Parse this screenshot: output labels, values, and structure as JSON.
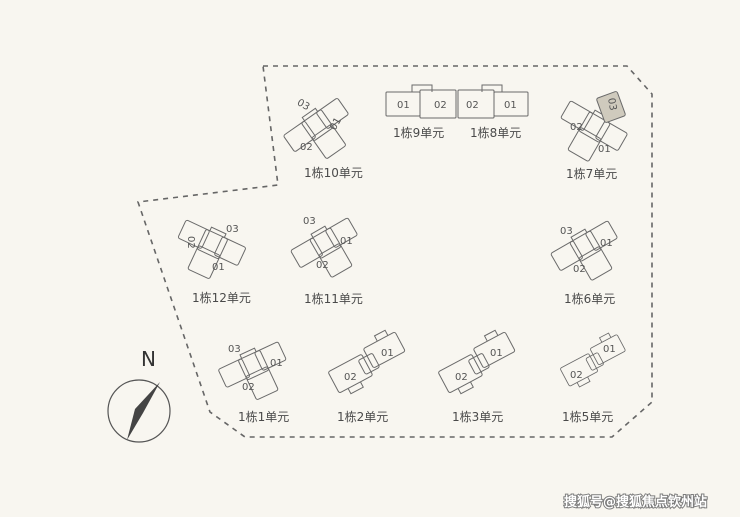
{
  "compass": {
    "label": "N"
  },
  "watermark": "搜狐号@搜狐焦点钦州站",
  "colors": {
    "background": "#f8f6f0",
    "outline": "#666666",
    "building_stroke": "#6a6a6a",
    "highlight_fill": "#cfcabd"
  },
  "buildings": [
    {
      "id": "b10",
      "label": "1栋10单元",
      "units": [
        "03",
        "01",
        "02"
      ]
    },
    {
      "id": "b9",
      "label": "1栋9单元",
      "units": [
        "01",
        "02"
      ]
    },
    {
      "id": "b8",
      "label": "1栋8单元",
      "units": [
        "02",
        "01"
      ]
    },
    {
      "id": "b7",
      "label": "1栋7单元",
      "units": [
        "03",
        "02",
        "01"
      ],
      "highlighted": "03"
    },
    {
      "id": "b12",
      "label": "1栋12单元",
      "units": [
        "02",
        "03",
        "01"
      ]
    },
    {
      "id": "b11",
      "label": "1栋11单元",
      "units": [
        "03",
        "01",
        "02"
      ]
    },
    {
      "id": "b6",
      "label": "1栋6单元",
      "units": [
        "03",
        "01",
        "02"
      ]
    },
    {
      "id": "b1",
      "label": "1栋1单元",
      "units": [
        "03",
        "01",
        "02"
      ]
    },
    {
      "id": "b2",
      "label": "1栋2单元",
      "units": [
        "02",
        "01"
      ]
    },
    {
      "id": "b3",
      "label": "1栋3单元",
      "units": [
        "02",
        "01"
      ]
    },
    {
      "id": "b5",
      "label": "1栋5单元",
      "units": [
        "02",
        "01"
      ]
    }
  ]
}
